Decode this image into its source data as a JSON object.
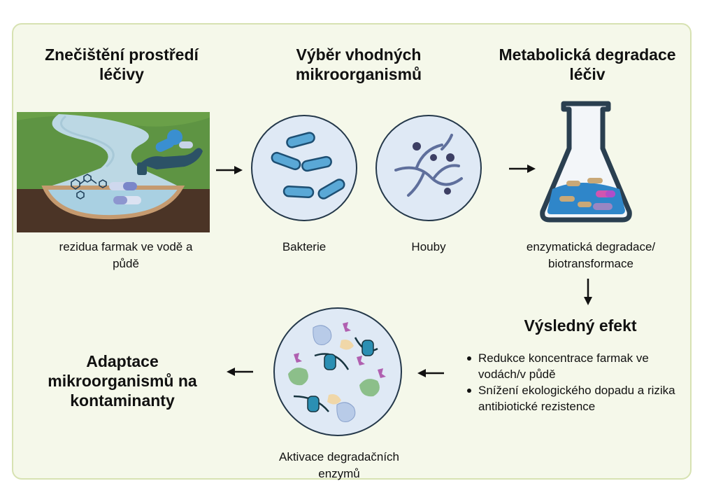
{
  "titles": {
    "pollution": "Znečištění prostředí léčivy",
    "selection": "Výběr vhodných mikroorganismů",
    "metabolic": "Metabolická degradace léčiv",
    "result": "Výsledný efekt",
    "adaptation": "Adaptace mikroorganismů na kontaminanty"
  },
  "labels": {
    "residues": "rezidua farmak ve vodě a půdě",
    "bacteria": "Bakterie",
    "fungi": "Houby",
    "enzymatic": "enzymatická degradace/ biotransformace",
    "enzymes": "Aktivace degradačních enzymů"
  },
  "result_points": [
    "Redukce koncentrace farmak ve vodách/v půdě",
    "Snížení ekologického dopadu a rizika antibiotické rezistence"
  ],
  "colors": {
    "panel_background": "#f5f8ea",
    "panel_border": "#d7e2b2",
    "circle_fill": "#dfe9f5",
    "flask_outline": "#2a3f50",
    "flask_liquid": "#2f86c9"
  },
  "icons": {
    "river_scene": "river-landscape-icon",
    "bacteria": "bacteria-icon",
    "fungi": "fungi-icon",
    "flask": "flask-icon",
    "enzymes": "enzymes-icon",
    "pills_hand": "hand-pills-icon"
  }
}
